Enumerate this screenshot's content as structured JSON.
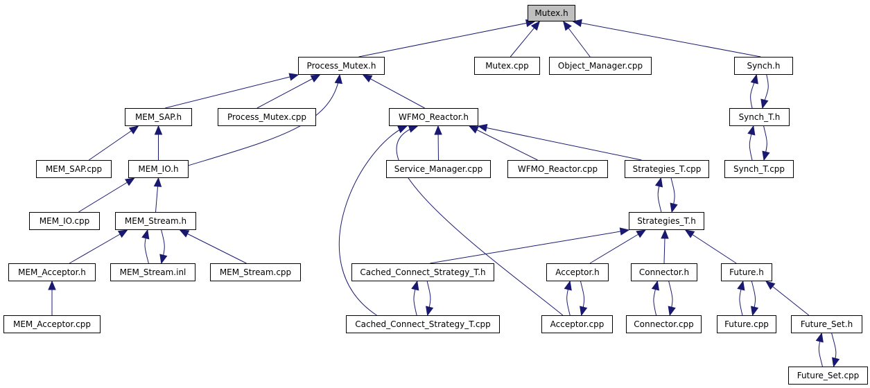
{
  "diagram": {
    "root": "mutex-h",
    "colors": {
      "edge": "#191970",
      "node_border": "#000000",
      "node_fill": "#ffffff",
      "root_fill": "#bfbfbf"
    },
    "nodes": {
      "mutex_h": "Mutex.h",
      "process_mutex_h": "Process_Mutex.h",
      "mutex_cpp": "Mutex.cpp",
      "object_manager_cpp": "Object_Manager.cpp",
      "synch_h": "Synch.h",
      "mem_sap_h": "MEM_SAP.h",
      "process_mutex_cpp": "Process_Mutex.cpp",
      "wfmo_reactor_h": "WFMO_Reactor.h",
      "synch_t_h": "Synch_T.h",
      "mem_sap_cpp": "MEM_SAP.cpp",
      "mem_io_h": "MEM_IO.h",
      "service_manager_cpp": "Service_Manager.cpp",
      "wfmo_reactor_cpp": "WFMO_Reactor.cpp",
      "strategies_t_cpp": "Strategies_T.cpp",
      "synch_t_cpp": "Synch_T.cpp",
      "mem_io_cpp": "MEM_IO.cpp",
      "mem_stream_h": "MEM_Stream.h",
      "strategies_t_h": "Strategies_T.h",
      "mem_acceptor_h": "MEM_Acceptor.h",
      "mem_stream_inl": "MEM_Stream.inl",
      "mem_stream_cpp": "MEM_Stream.cpp",
      "cached_connect_strategy_t_h": "Cached_Connect_Strategy_T.h",
      "acceptor_h": "Acceptor.h",
      "connector_h": "Connector.h",
      "future_h": "Future.h",
      "mem_acceptor_cpp": "MEM_Acceptor.cpp",
      "cached_connect_strategy_t_cpp": "Cached_Connect_Strategy_T.cpp",
      "acceptor_cpp": "Acceptor.cpp",
      "connector_cpp": "Connector.cpp",
      "future_cpp": "Future.cpp",
      "future_set_h": "Future_Set.h",
      "future_set_cpp": "Future_Set.cpp"
    },
    "edges": [
      {
        "from": "process-mutex-h",
        "to": "mutex-h"
      },
      {
        "from": "mutex-cpp",
        "to": "mutex-h"
      },
      {
        "from": "object-manager-cpp",
        "to": "mutex-h"
      },
      {
        "from": "synch-h",
        "to": "mutex-h"
      },
      {
        "from": "mem-sap-h",
        "to": "process-mutex-h"
      },
      {
        "from": "process-mutex-cpp",
        "to": "process-mutex-h"
      },
      {
        "from": "mem-io-h",
        "to": "process-mutex-h"
      },
      {
        "from": "wfmo-reactor-h",
        "to": "process-mutex-h"
      },
      {
        "from": "synch-t-h",
        "to": "synch-h"
      },
      {
        "from": "synch-h",
        "to": "synch-t-h"
      },
      {
        "from": "synch-t-cpp",
        "to": "synch-t-h"
      },
      {
        "from": "synch-t-h",
        "to": "synch-t-cpp"
      },
      {
        "from": "mem-sap-cpp",
        "to": "mem-sap-h"
      },
      {
        "from": "mem-io-h",
        "to": "mem-sap-h"
      },
      {
        "from": "mem-io-cpp",
        "to": "mem-io-h"
      },
      {
        "from": "mem-stream-h",
        "to": "mem-io-h"
      },
      {
        "from": "mem-acceptor-h",
        "to": "mem-stream-h"
      },
      {
        "from": "mem-stream-inl",
        "to": "mem-stream-h"
      },
      {
        "from": "mem-stream-h",
        "to": "mem-stream-inl"
      },
      {
        "from": "mem-stream-cpp",
        "to": "mem-stream-h"
      },
      {
        "from": "mem-acceptor-cpp",
        "to": "mem-acceptor-h"
      },
      {
        "from": "service-manager-cpp",
        "to": "wfmo-reactor-h"
      },
      {
        "from": "wfmo-reactor-cpp",
        "to": "wfmo-reactor-h"
      },
      {
        "from": "strategies-t-cpp",
        "to": "wfmo-reactor-h"
      },
      {
        "from": "cached-connect-strategy-t-cpp",
        "to": "wfmo-reactor-h"
      },
      {
        "from": "acceptor-cpp",
        "to": "wfmo-reactor-h"
      },
      {
        "from": "strategies-t-h",
        "to": "strategies-t-cpp"
      },
      {
        "from": "strategies-t-cpp",
        "to": "strategies-t-h"
      },
      {
        "from": "cached-connect-strategy-t-h",
        "to": "strategies-t-h"
      },
      {
        "from": "acceptor-h",
        "to": "strategies-t-h"
      },
      {
        "from": "connector-h",
        "to": "strategies-t-h"
      },
      {
        "from": "future-h",
        "to": "strategies-t-h"
      },
      {
        "from": "cached-connect-strategy-t-cpp",
        "to": "cached-connect-strategy-t-h"
      },
      {
        "from": "cached-connect-strategy-t-h",
        "to": "cached-connect-strategy-t-cpp"
      },
      {
        "from": "acceptor-cpp",
        "to": "acceptor-h"
      },
      {
        "from": "acceptor-h",
        "to": "acceptor-cpp"
      },
      {
        "from": "connector-cpp",
        "to": "connector-h"
      },
      {
        "from": "connector-h",
        "to": "connector-cpp"
      },
      {
        "from": "future-cpp",
        "to": "future-h"
      },
      {
        "from": "future-h",
        "to": "future-cpp"
      },
      {
        "from": "future-set-h",
        "to": "future-h"
      },
      {
        "from": "future-set-cpp",
        "to": "future-set-h"
      },
      {
        "from": "future-set-h",
        "to": "future-set-cpp"
      }
    ]
  }
}
